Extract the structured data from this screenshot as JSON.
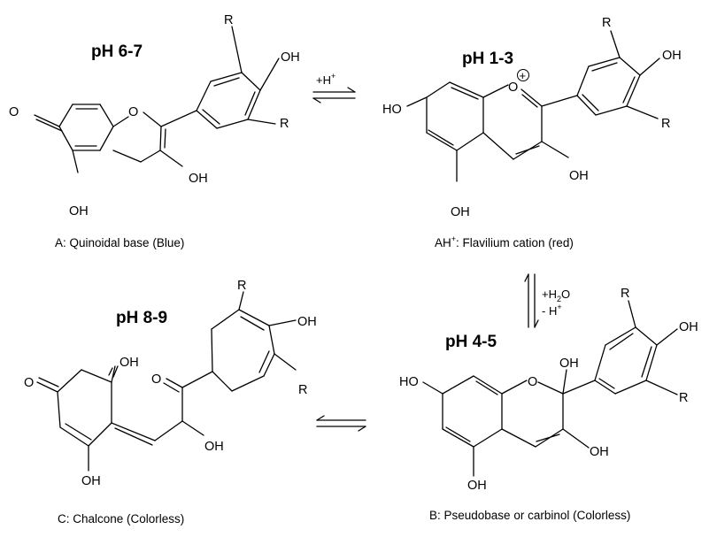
{
  "structures": {
    "quinoidal": {
      "ph": "pH 6-7",
      "caption": "A: Quinoidal base (Blue)"
    },
    "flavilium": {
      "ph": "pH 1-3",
      "caption_prefix": "AH",
      "caption_sup": "+",
      "caption_rest": ": Flavilium cation (red)"
    },
    "chalcone": {
      "ph": "pH 8-9",
      "caption": "C: Chalcone (Colorless)"
    },
    "pseudobase": {
      "ph": "pH 4-5",
      "caption": "B: Pseudobase or carbinol (Colorless)"
    }
  },
  "reactions": {
    "a_to_ah": {
      "text": "+H",
      "sup": "+"
    },
    "ah_to_b": {
      "line1_prefix": "+H",
      "line1_sub": "2",
      "line1_suffix": "O",
      "line2_prefix": "- H",
      "line2_sup": "+"
    }
  },
  "atoms": {
    "oh": "OH",
    "ho": "HO",
    "o": "O",
    "r": "R",
    "charge": "+"
  }
}
